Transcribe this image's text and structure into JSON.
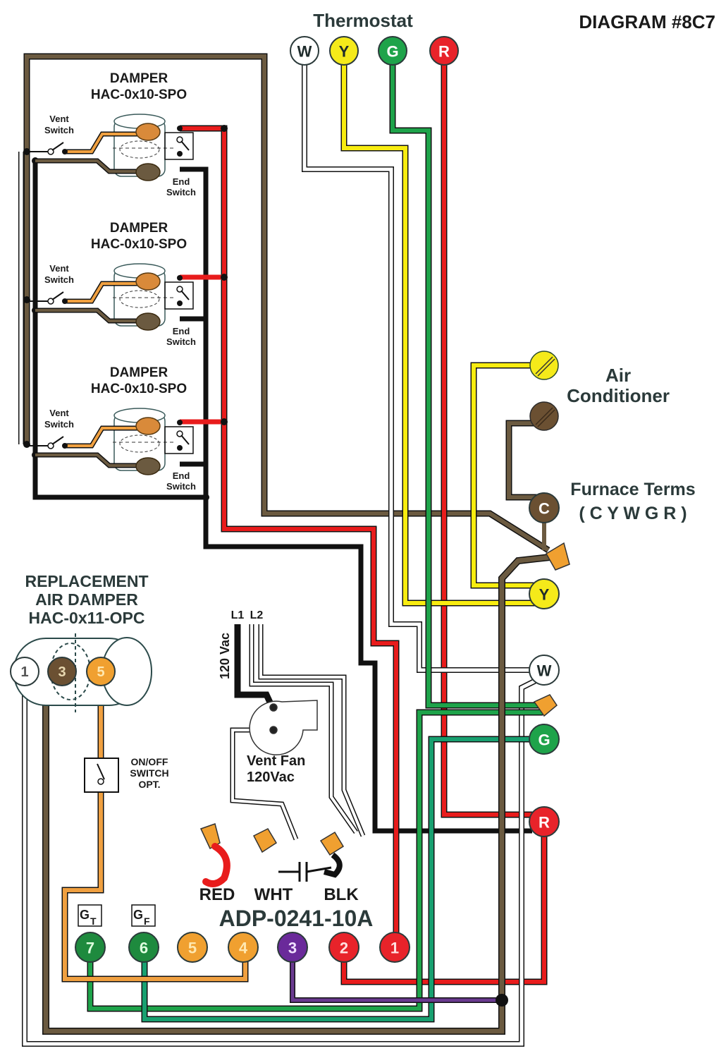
{
  "diagram": {
    "id_label": "DIAGRAM #8C7",
    "thermostat": {
      "title": "Thermostat",
      "terminals": [
        {
          "label": "W",
          "color": "#ffffff",
          "text_color": "#1e2b2b"
        },
        {
          "label": "Y",
          "color": "#f5ea1a",
          "text_color": "#1e2b2b"
        },
        {
          "label": "G",
          "color": "#1ea34a",
          "text_color": "#ffffff"
        },
        {
          "label": "R",
          "color": "#e8232a",
          "text_color": "#ffffff"
        }
      ]
    },
    "dampers": [
      {
        "title": "DAMPER",
        "model": "HAC-0x10-SPO",
        "vent_switch": "Vent Switch",
        "end_switch": "End Switch"
      },
      {
        "title": "DAMPER",
        "model": "HAC-0x10-SPO",
        "vent_switch": "Vent Switch",
        "end_switch": "End Switch"
      },
      {
        "title": "DAMPER",
        "model": "HAC-0x10-SPO",
        "vent_switch": "Vent Switch",
        "end_switch": "End Switch"
      }
    ],
    "air_conditioner": {
      "label_line1": "Air",
      "label_line2": "Conditioner"
    },
    "furnace": {
      "label": "Furnace Terms",
      "sub_label": "( C Y W G R )",
      "terminals": [
        {
          "label": "C",
          "color": "#6b5032",
          "text_color": "#ffffff"
        },
        {
          "label": "Y",
          "color": "#f5ea1a",
          "text_color": "#1e2b2b"
        },
        {
          "label": "W",
          "color": "#ffffff",
          "text_color": "#1e2b2b"
        },
        {
          "label": "G",
          "color": "#1ea34a",
          "text_color": "#ffffff"
        },
        {
          "label": "R",
          "color": "#e8232a",
          "text_color": "#ffffff"
        }
      ]
    },
    "replacement_damper": {
      "line1": "REPLACEMENT",
      "line2": "AIR DAMPER",
      "line3": "HAC-0x11-OPC",
      "terminals": [
        {
          "label": "1",
          "color": "#ffffff",
          "text_color": "#555555"
        },
        {
          "label": "3",
          "color": "#6b5032",
          "text_color": "#e8d8b0"
        },
        {
          "label": "5",
          "color": "#f0a030",
          "text_color": "#ffe8b0"
        }
      ],
      "switch_label_1": "ON/OFF",
      "switch_label_2": "SWITCH",
      "switch_label_3": "OPT."
    },
    "power": {
      "l1": "L1",
      "l2": "L2",
      "voltage": "120 Vac"
    },
    "vent_fan": {
      "line1": "Vent Fan",
      "line2": "120Vac"
    },
    "wire_nuts": [
      "RED",
      "WHT",
      "BLK"
    ],
    "adapter": {
      "model": "ADP-0241-10A",
      "gt_label": "G",
      "gt_sub": "T",
      "gf_label": "G",
      "gf_sub": "F",
      "terminals": [
        {
          "label": "7",
          "color": "#1e8a3e",
          "text_color": "#e0ffe0"
        },
        {
          "label": "6",
          "color": "#1e8a3e",
          "text_color": "#e0ffe0"
        },
        {
          "label": "5",
          "color": "#f0a030",
          "text_color": "#ffe8b0"
        },
        {
          "label": "4",
          "color": "#f0a030",
          "text_color": "#ffe8b0"
        },
        {
          "label": "3",
          "color": "#6a2a9a",
          "text_color": "#f0e0ff"
        },
        {
          "label": "2",
          "color": "#e8232a",
          "text_color": "#ffe0e0"
        },
        {
          "label": "1",
          "color": "#e8232a",
          "text_color": "#ffe0e0"
        }
      ]
    },
    "wire_colors": {
      "black": "#111111",
      "brown": "#6b5a40",
      "red": "#e81c1c",
      "yellow": "#f8ec10",
      "green": "#1ea34a",
      "teal_green": "#18a070",
      "orange": "#f0a040",
      "purple": "#6a3a90",
      "white": "#ffffff"
    }
  }
}
